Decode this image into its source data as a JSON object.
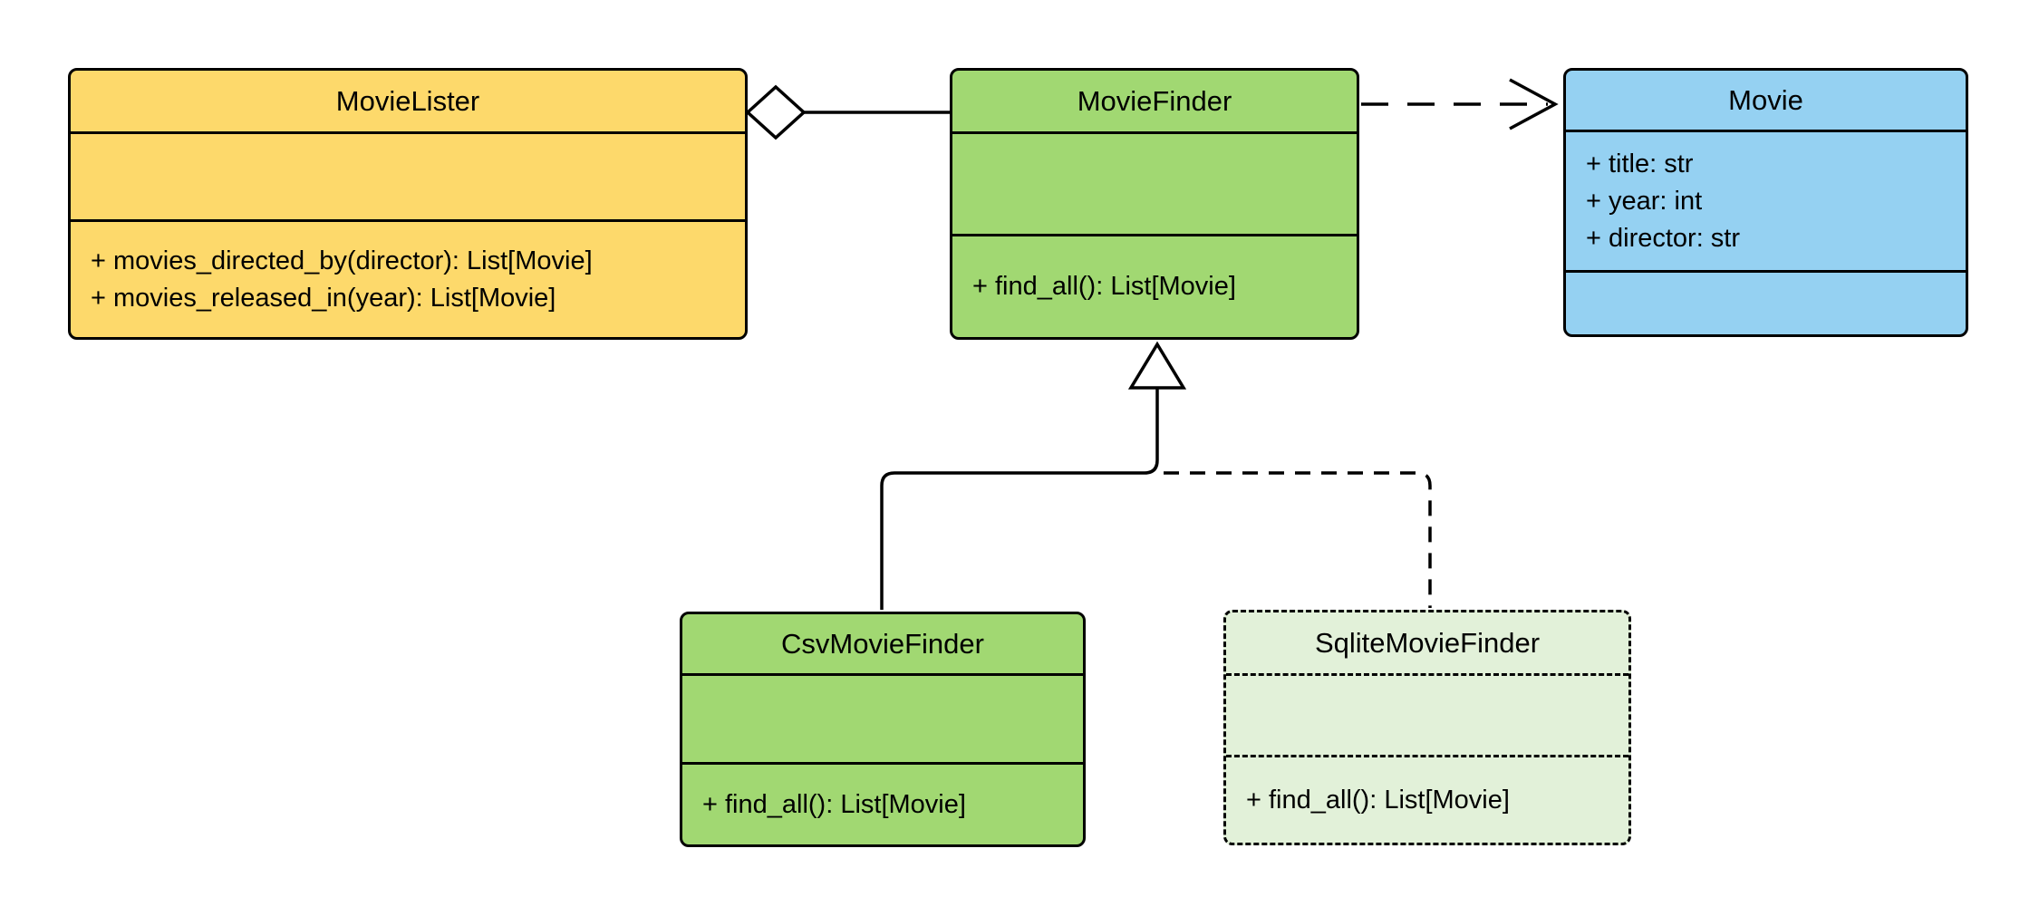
{
  "diagram": {
    "kind": "uml-class-diagram",
    "background_color": "#ffffff",
    "stroke_color": "#000000",
    "classes": [
      {
        "name": "MovieLister",
        "fill": "#fdd96b",
        "border_style": "solid",
        "attributes": [],
        "methods": [
          "+ movies_directed_by(director): List[Movie]",
          "+ movies_released_in(year): List[Movie]"
        ]
      },
      {
        "name": "MovieFinder",
        "fill": "#a1d872",
        "border_style": "solid",
        "attributes": [],
        "methods": [
          "+ find_all(): List[Movie]"
        ]
      },
      {
        "name": "Movie",
        "fill": "#95d1f2",
        "border_style": "solid",
        "attributes": [
          "+ title: str",
          "+ year: int",
          "+ director: str"
        ],
        "methods": []
      },
      {
        "name": "CsvMovieFinder",
        "fill": "#a1d872",
        "border_style": "solid",
        "attributes": [],
        "methods": [
          "+ find_all(): List[Movie]"
        ]
      },
      {
        "name": "SqliteMovieFinder",
        "fill": "#e2f1d9",
        "border_style": "dashed",
        "attributes": [],
        "methods": [
          "+ find_all(): List[Movie]"
        ]
      }
    ],
    "relations": [
      {
        "type": "aggregation",
        "owner": "MovieLister",
        "part": "MovieFinder",
        "line": "solid",
        "marker": "hollow-diamond"
      },
      {
        "type": "dependency",
        "from": "MovieFinder",
        "to": "Movie",
        "line": "dashed",
        "marker": "open-arrow"
      },
      {
        "type": "generalization",
        "child": "CsvMovieFinder",
        "parent": "MovieFinder",
        "line": "solid",
        "marker": "hollow-triangle"
      },
      {
        "type": "realization",
        "child": "SqliteMovieFinder",
        "parent": "MovieFinder",
        "line": "dashed",
        "marker": "hollow-triangle"
      }
    ]
  }
}
